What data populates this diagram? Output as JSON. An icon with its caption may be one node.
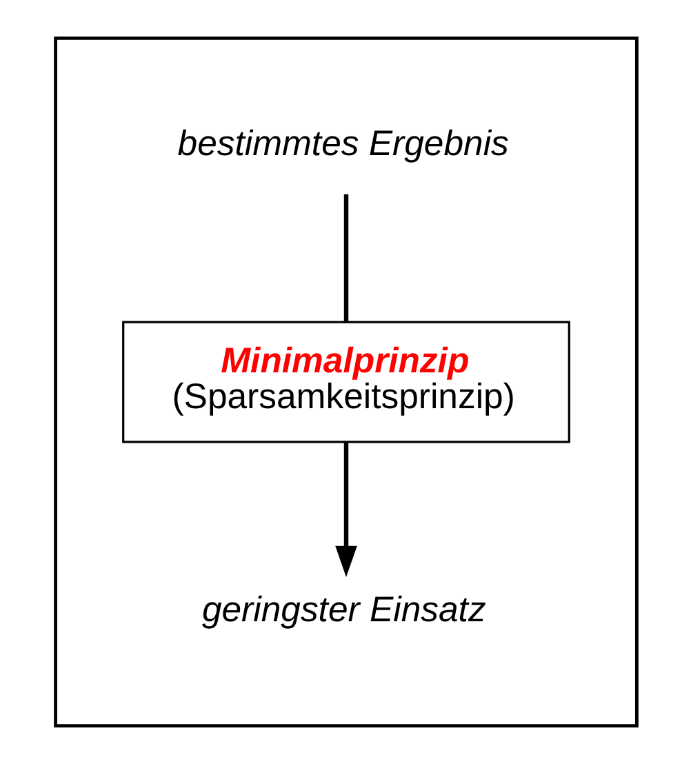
{
  "diagram": {
    "nodes": [
      {
        "text": [],
        "shape": "box"
      },
      {
        "text": [
          "bestimmtes Ergebnis"
        ],
        "in": 0
      },
      {
        "text": [
          "Minimalprinzip",
          "(Sparsamkeitsprinzip)"
        ],
        "in": 0
      },
      {
        "text": [
          "geringster Einsatz"
        ],
        "in": 0
      }
    ],
    "edges": [
      {
        "from": 1,
        "to": 2,
        "arrow": "none"
      },
      {
        "from": 2,
        "to": 3,
        "arrow": "to"
      }
    ]
  }
}
